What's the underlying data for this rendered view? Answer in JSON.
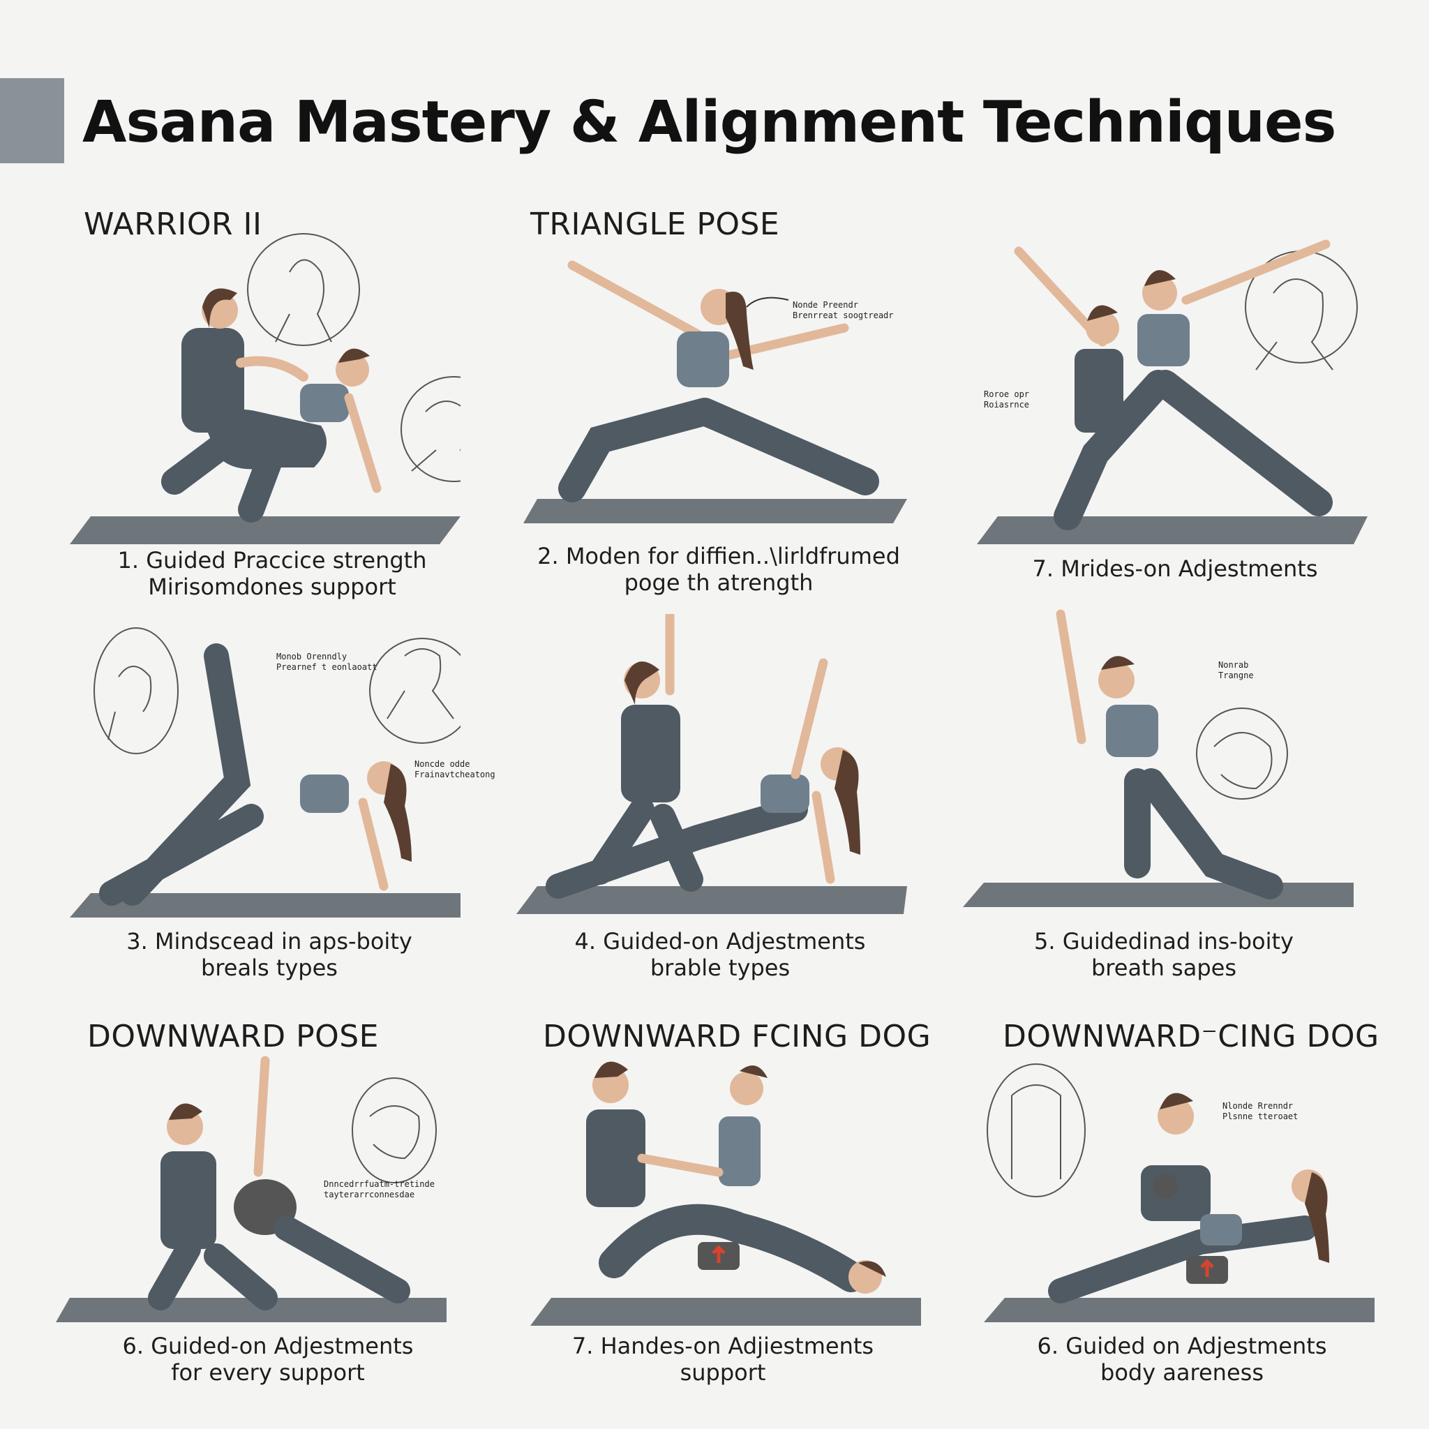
{
  "title": "Asana Mastery & Alignment Techniques",
  "colors": {
    "accent_block": "#8a9297",
    "mat": "#6e767b",
    "clothing": "#4f5a63",
    "top_fabric": "#6f7f8c",
    "skin": "#e2b89a",
    "hair": "#5a3f30",
    "sketch_line": "#555555",
    "block_red": "#d9432f"
  },
  "section_titles": {
    "warrior": "WARRIOR II",
    "triangle": "TRIANGLE POSE",
    "downward_pose": "DOWNWARD POSE",
    "downward_fcing": "DOWNWARD FCING DOG",
    "downward_cing": "DOWNWARD⁻CING DOG"
  },
  "panels": [
    {
      "id": "p1",
      "caption": [
        "1. Guided Praccice strength",
        "Mirisomdones support"
      ],
      "notes": [],
      "icon": "seated-adjustment-illustration"
    },
    {
      "id": "p2",
      "caption": [
        "2. Moden for diffien..\\lirldfrumed",
        "poge th atrength"
      ],
      "notes": [
        [
          "Nonde Preendr",
          "Brenrreat soogtreadr"
        ]
      ],
      "icon": "warrior-reverse-illustration"
    },
    {
      "id": "p3",
      "caption": [
        "7. Mrides-on Adjestments"
      ],
      "notes": [
        [
          "Roroe opr",
          "Roiasrnce"
        ]
      ],
      "icon": "partner-kneeling-illustration"
    },
    {
      "id": "p4",
      "caption": [
        "3. Mindscead in aps-boity",
        "breals types"
      ],
      "notes": [
        [
          "Monob Orenndly",
          "Prearnef t eonlaoatt"
        ],
        [
          "Noncde odde",
          "Frainavtcheatong"
        ]
      ],
      "icon": "side-plank-illustration"
    },
    {
      "id": "p5",
      "caption": [
        "4. Guided-on Adjestments",
        "brable types"
      ],
      "notes": [],
      "icon": "assisted-side-plank-illustration"
    },
    {
      "id": "p6",
      "caption": [
        "5. Guidedinad ins-boity",
        "breath sapes"
      ],
      "notes": [
        [
          "Nonrab",
          "Trangne"
        ]
      ],
      "icon": "kneeling-side-bend-illustration"
    },
    {
      "id": "p7",
      "caption": [
        "6. Guided-on Adjestments",
        "for every support"
      ],
      "notes": [
        [
          "Dnncedrrfuatm-tretinde",
          "tayterarrconnesdae"
        ]
      ],
      "icon": "assisted-twist-illustration"
    },
    {
      "id": "p8",
      "caption": [
        "7. Handes-on Adjiestments",
        "support"
      ],
      "notes": [],
      "icon": "child-pose-assist-illustration"
    },
    {
      "id": "p9",
      "caption": [
        "6. Guided on Adjestments",
        "body aareness"
      ],
      "notes": [
        [
          "Nlonde Rrenndr",
          "Plsnne tteroaet"
        ]
      ],
      "icon": "block-support-illustration"
    }
  ]
}
